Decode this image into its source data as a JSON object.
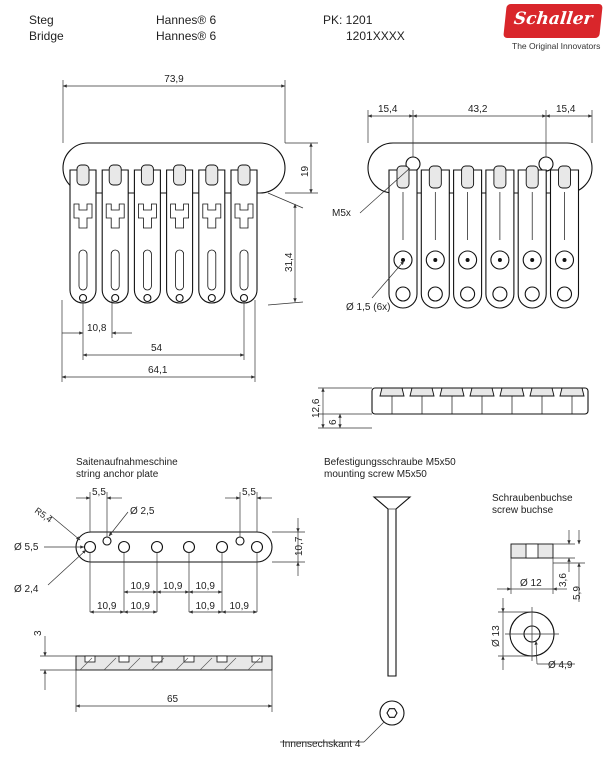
{
  "header": {
    "label_steg": "Steg",
    "label_bridge": "Bridge",
    "model_1": "Hannes® 6",
    "model_2": "Hannes® 6",
    "pk_number": "PK: 1201",
    "part_number": "1201XXXX"
  },
  "brand": {
    "logo_text": "Schaller",
    "tagline": "The Original Innovators",
    "color": "#d9262b"
  },
  "top_view": {
    "dim_width": "73,9",
    "dim_height": "19",
    "dim_length": "31,4",
    "dim_spacing": "10,8",
    "dim_span": "54",
    "dim_total": "64,1"
  },
  "rear_view": {
    "dim_left": "15,4",
    "dim_center": "43,2",
    "dim_right": "15,4",
    "screw_label": "M5x",
    "hole_label": "Ø 1,5 (6x)"
  },
  "side_view": {
    "dim_height": "12,6",
    "dim_inner": "6"
  },
  "anchor_plate": {
    "title_de": "Saitenaufnahmeschine",
    "title_en": "string anchor plate",
    "dim_r54": "R5,4",
    "dim_55_left": "5,5",
    "dim_55_right": "5,5",
    "dim_d25": "Ø 2,5",
    "dim_d55": "Ø 5,5",
    "dim_d24": "Ø 2,4",
    "dim_107": "10,7",
    "dim_109_inner": [
      "10,9",
      "10,9",
      "10,9"
    ],
    "dim_109_outer": [
      "10,9",
      "10,9",
      "10,9",
      "10,9"
    ],
    "dim_thickness": "3",
    "dim_length": "65"
  },
  "mounting_screw": {
    "title_de": "Befestigungsschraube M5x50",
    "title_en": "mounting screw M5x50",
    "hex_label": "Innensechskant 4"
  },
  "screw_bushing": {
    "title_de": "Schraubenbuchse",
    "title_en": "screw buchse",
    "dim_d12": "Ø 12",
    "dim_36": "3,6",
    "dim_59": "5,9",
    "dim_d13": "Ø 13",
    "dim_d49": "Ø 4,9"
  }
}
